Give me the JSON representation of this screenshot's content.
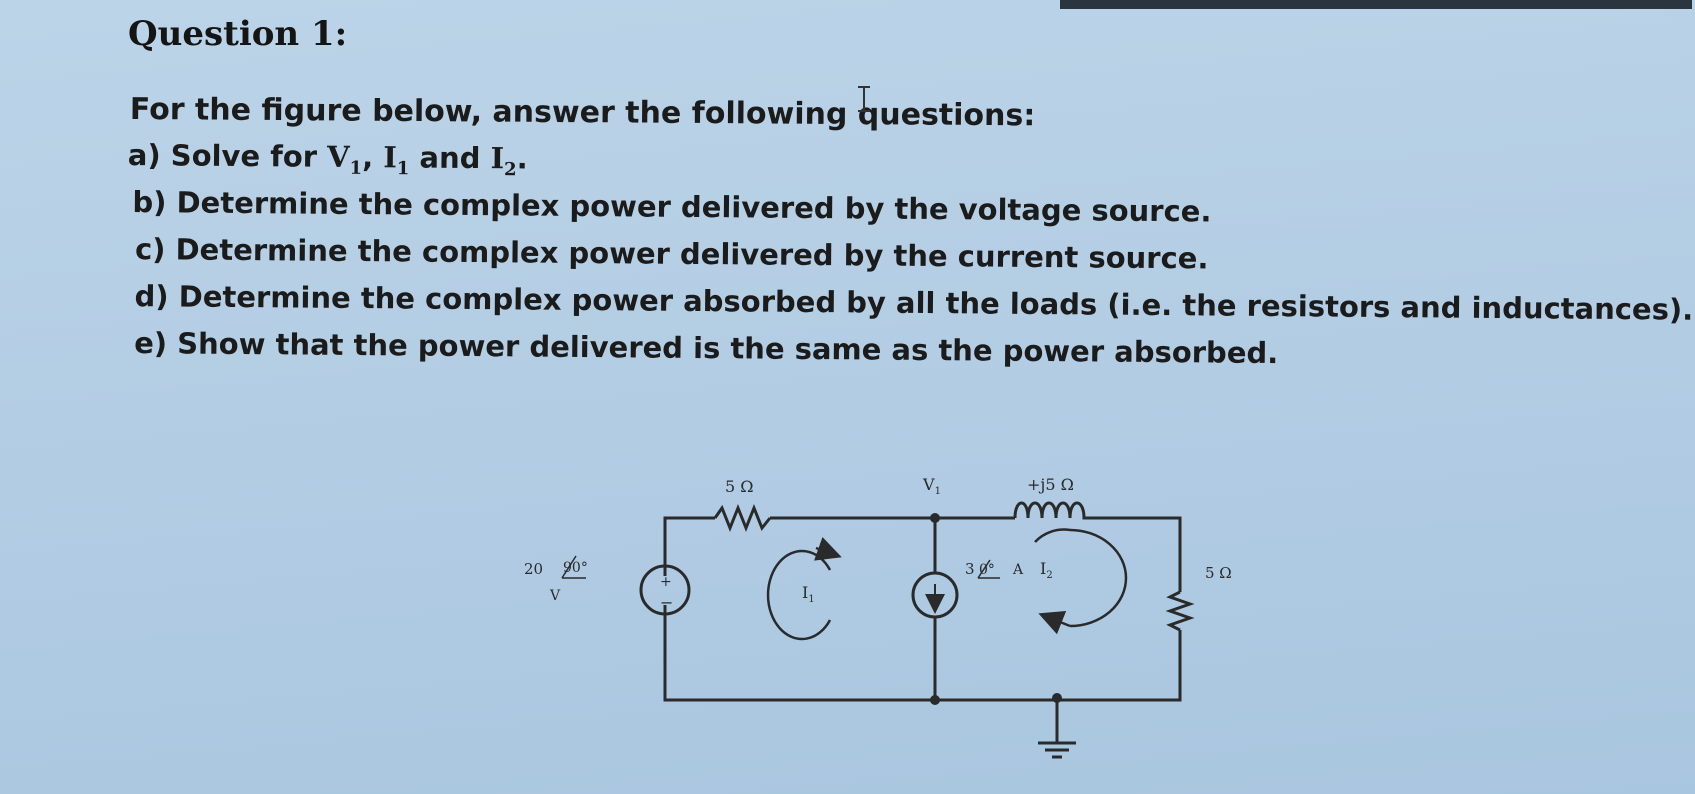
{
  "question": {
    "title": "Question 1:",
    "intro": "For the figure below, answer the following questions:",
    "parts": [
      {
        "prefix": "a) Solve for ",
        "v1": "V",
        "v1_sub": "1",
        "sep1": ", ",
        "i1": "I",
        "i1_sub": "1",
        "sep2": " and ",
        "i2": "I",
        "i2_sub": "2",
        "suffix": "."
      },
      {
        "text": "b) Determine the complex power delivered by the voltage source."
      },
      {
        "text": "c) Determine the complex power delivered by the current source."
      },
      {
        "text": "d) Determine the complex power absorbed by all the loads (i.e. the resistors and inductances)."
      },
      {
        "text": "e) Show that the power delivered is the same as the power absorbed."
      }
    ]
  },
  "circuit": {
    "r1_label": "5 Ω",
    "node_label": "V",
    "node_label_sub": "1",
    "inductor_label": "+j5 Ω",
    "vsource_mag": "20",
    "vsource_angle": "90°",
    "vsource_unit": "V",
    "vsource_plus": "+",
    "vsource_minus": "−",
    "mesh1_label": "I",
    "mesh1_sub": "1",
    "isource_mag": "3",
    "isource_angle": "0°",
    "isource_unit": "A",
    "mesh2_label": "I",
    "mesh2_sub": "2",
    "r2_label": "5 Ω"
  }
}
